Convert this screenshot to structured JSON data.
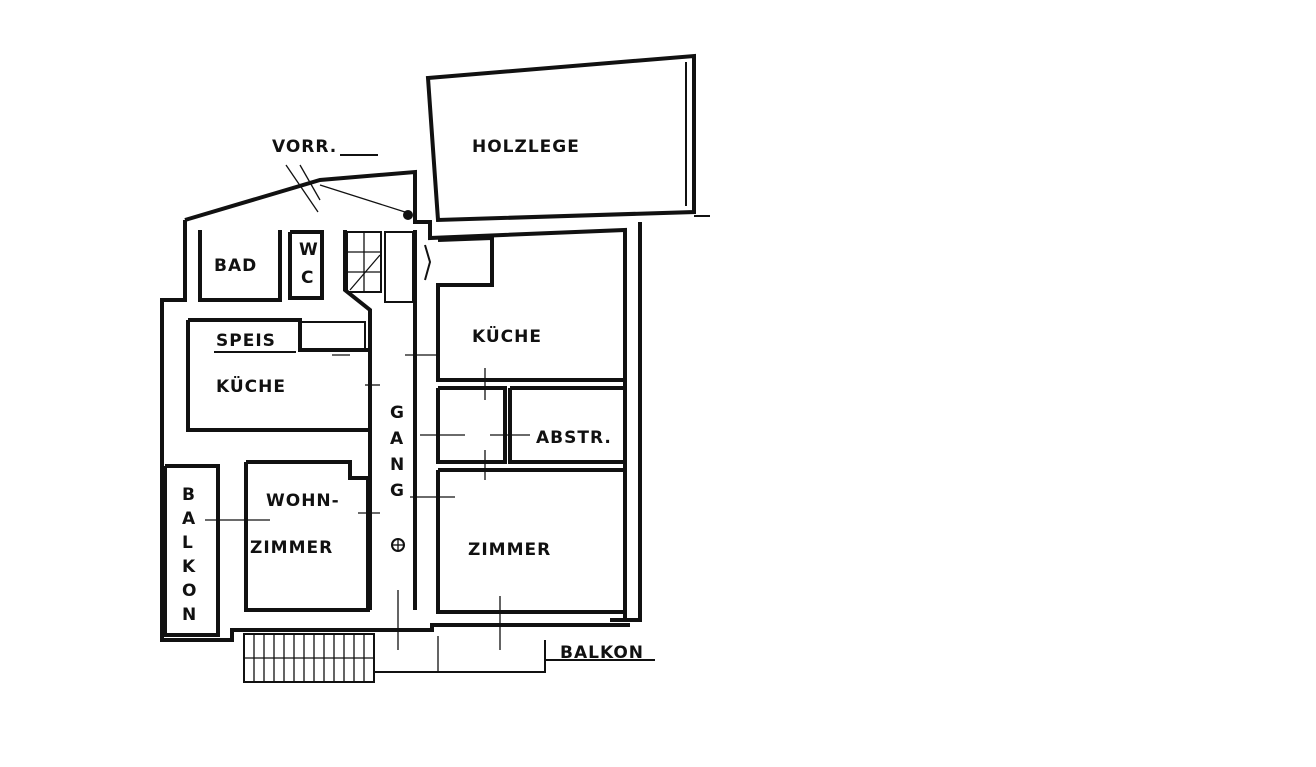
{
  "plan": {
    "rooms": {
      "vorraum": "VORR.",
      "holzlege": "HOLZLEGE",
      "bad": "BAD",
      "wc_w": "W",
      "wc_c": "C",
      "speis": "SPEIS",
      "kueche_left": "KÜCHE",
      "kueche_right": "KÜCHE",
      "abstellraum": "ABSTR.",
      "wohnzimmer_1": "WOHN-",
      "wohnzimmer_2": "ZIMMER",
      "zimmer": "ZIMMER",
      "balkon_bottom": "BALKON"
    },
    "gang_letters": [
      "G",
      "A",
      "N",
      "G"
    ],
    "balkon_left_letters": [
      "B",
      "A",
      "L",
      "K",
      "O",
      "N"
    ]
  }
}
